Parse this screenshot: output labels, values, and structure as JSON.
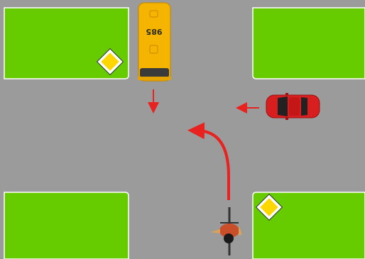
{
  "scene": {
    "colors": {
      "grass": "#66cc00",
      "road": "#9b9b9b",
      "curb": "#ffffff",
      "arrow": "#e8231f",
      "bus": "#f5b400",
      "car": "#d81e1e",
      "sign_fill": "#ffd700",
      "sign_border": "#ffffff"
    },
    "bus": {
      "number": "985",
      "direction": "south"
    },
    "car": {
      "direction": "west"
    },
    "cyclist": {
      "direction": "north",
      "intent": "left-turn"
    },
    "signs": [
      {
        "type": "priority-road-sign"
      },
      {
        "type": "priority-road-sign"
      }
    ]
  }
}
